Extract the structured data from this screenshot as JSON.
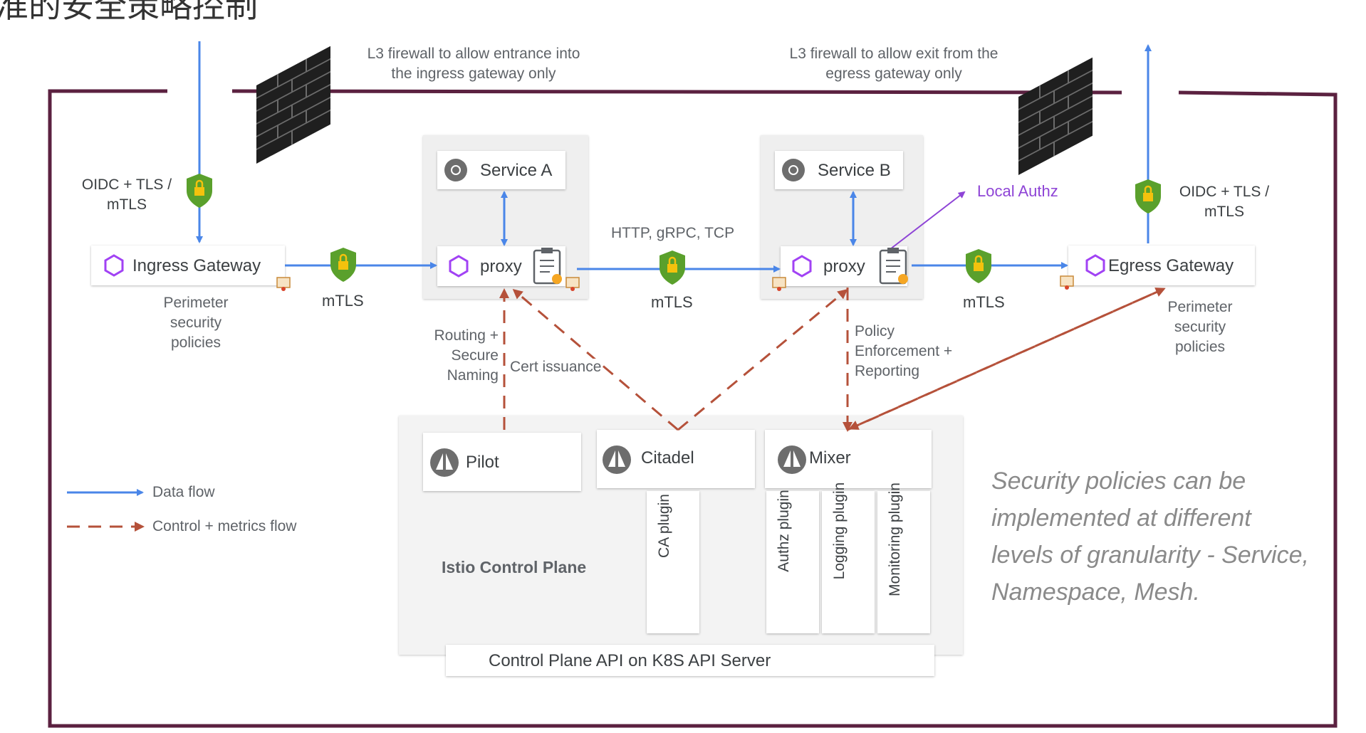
{
  "page": {
    "title_fragment": "准的安全策略控制"
  },
  "firewall": {
    "left_note": "L3 firewall to allow entrance into the ingress gateway only",
    "right_note": "L3 firewall to allow exit from the egress gateway only"
  },
  "ingress": {
    "label": "Ingress Gateway",
    "auth": "OIDC + TLS / mTLS",
    "policies": "Perimeter security policies"
  },
  "egress": {
    "label": "Egress Gateway",
    "auth": "OIDC + TLS / mTLS",
    "policies": "Perimeter security policies"
  },
  "service_a": {
    "label": "Service A",
    "proxy": "proxy"
  },
  "service_b": {
    "label": "Service B",
    "proxy": "proxy",
    "local_authz": "Local Authz"
  },
  "links": {
    "mtls_1": "mTLS",
    "mtls_2": "mTLS",
    "mtls_3": "mTLS",
    "protocols": "HTTP, gRPC, TCP"
  },
  "control_flows": {
    "routing": "Routing + Secure Naming",
    "cert": "Cert issuance",
    "policy": "Policy Enforcement + Reporting"
  },
  "control_plane": {
    "title": "Istio Control Plane",
    "pilot": "Pilot",
    "citadel": "Citadel",
    "mixer": "Mixer",
    "ca_plugin": "CA plugin",
    "authz_plugin": "Authz plugin",
    "logging_plugin": "Logging plugin",
    "monitoring_plugin": "Monitoring plugin",
    "api": "Control Plane API on K8S API Server"
  },
  "legend": {
    "data_flow": "Data flow",
    "control_flow": "Control + metrics flow"
  },
  "note": "Security policies can be implemented at different levels of granularity - Service, Namespace, Mesh.",
  "colors": {
    "boundary": "#5b2140",
    "data_arrow": "#4a86e8",
    "control_arrow": "#b5513a",
    "shield": "#5aa02c",
    "hexagon": "#a142f4",
    "authz": "#8e44d6"
  },
  "icons": [
    "firewall-brick-icon",
    "shield-lock-icon",
    "hexagon-icon",
    "gear-icon",
    "clipboard-check-icon",
    "certificate-icon",
    "sail-icon"
  ]
}
